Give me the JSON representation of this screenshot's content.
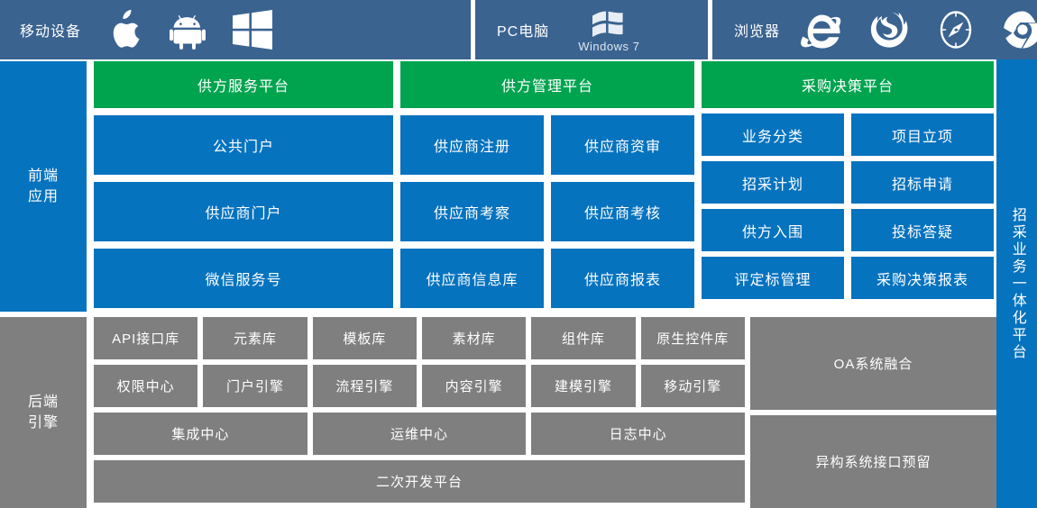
{
  "header": {
    "groups": [
      {
        "label": "移动设备",
        "icons": [
          "apple-icon",
          "android-icon",
          "windows-phone-icon"
        ]
      },
      {
        "label": "PC电脑",
        "icons": [
          "windows7-icon"
        ],
        "windows7_caption": "Windows 7"
      },
      {
        "label": "浏览器",
        "icons": [
          "internet-explorer-icon",
          "firefox-icon",
          "safari-icon",
          "chrome-icon"
        ]
      }
    ],
    "background_color": "#3a6390"
  },
  "spine": {
    "label": "招采业务一体化平台",
    "color": "#0673bf"
  },
  "frontend": {
    "label": "前端\n应用",
    "label_line1": "前端",
    "label_line2": "应用",
    "accent_color": "#0673bf",
    "platform_header_color": "#00a44f",
    "columns": [
      {
        "platform": "供方服务平台",
        "tiles": [
          "公共门户",
          "供应商门户",
          "微信服务号"
        ]
      },
      {
        "platform": "供方管理平台",
        "rows": [
          [
            "供应商注册",
            "供应商资审"
          ],
          [
            "供应商考察",
            "供应商考核"
          ],
          [
            "供应商信息库",
            "供应商报表"
          ]
        ]
      },
      {
        "platform": "采购决策平台",
        "rows": [
          [
            "业务分类",
            "项目立项"
          ],
          [
            "招采计划",
            "招标申请"
          ],
          [
            "供方入围",
            "投标答疑"
          ],
          [
            "评定标管理",
            "采购决策报表"
          ]
        ]
      }
    ]
  },
  "backend": {
    "label_line1": "后端",
    "label_line2": "引擎",
    "accent_color": "#7f7f7f",
    "libraries_row": [
      "API接口库",
      "元素库",
      "模板库",
      "素材库",
      "组件库",
      "原生控件库"
    ],
    "engines_row": [
      "权限中心",
      "门户引擎",
      "流程引擎",
      "内容引擎",
      "建模引擎",
      "移动引擎"
    ],
    "centers_row": [
      "集成中心",
      "运维中心",
      "日志中心"
    ],
    "full_row": "二次开发平台",
    "side": [
      "OA系统融合",
      "异构系统接口预留"
    ]
  }
}
